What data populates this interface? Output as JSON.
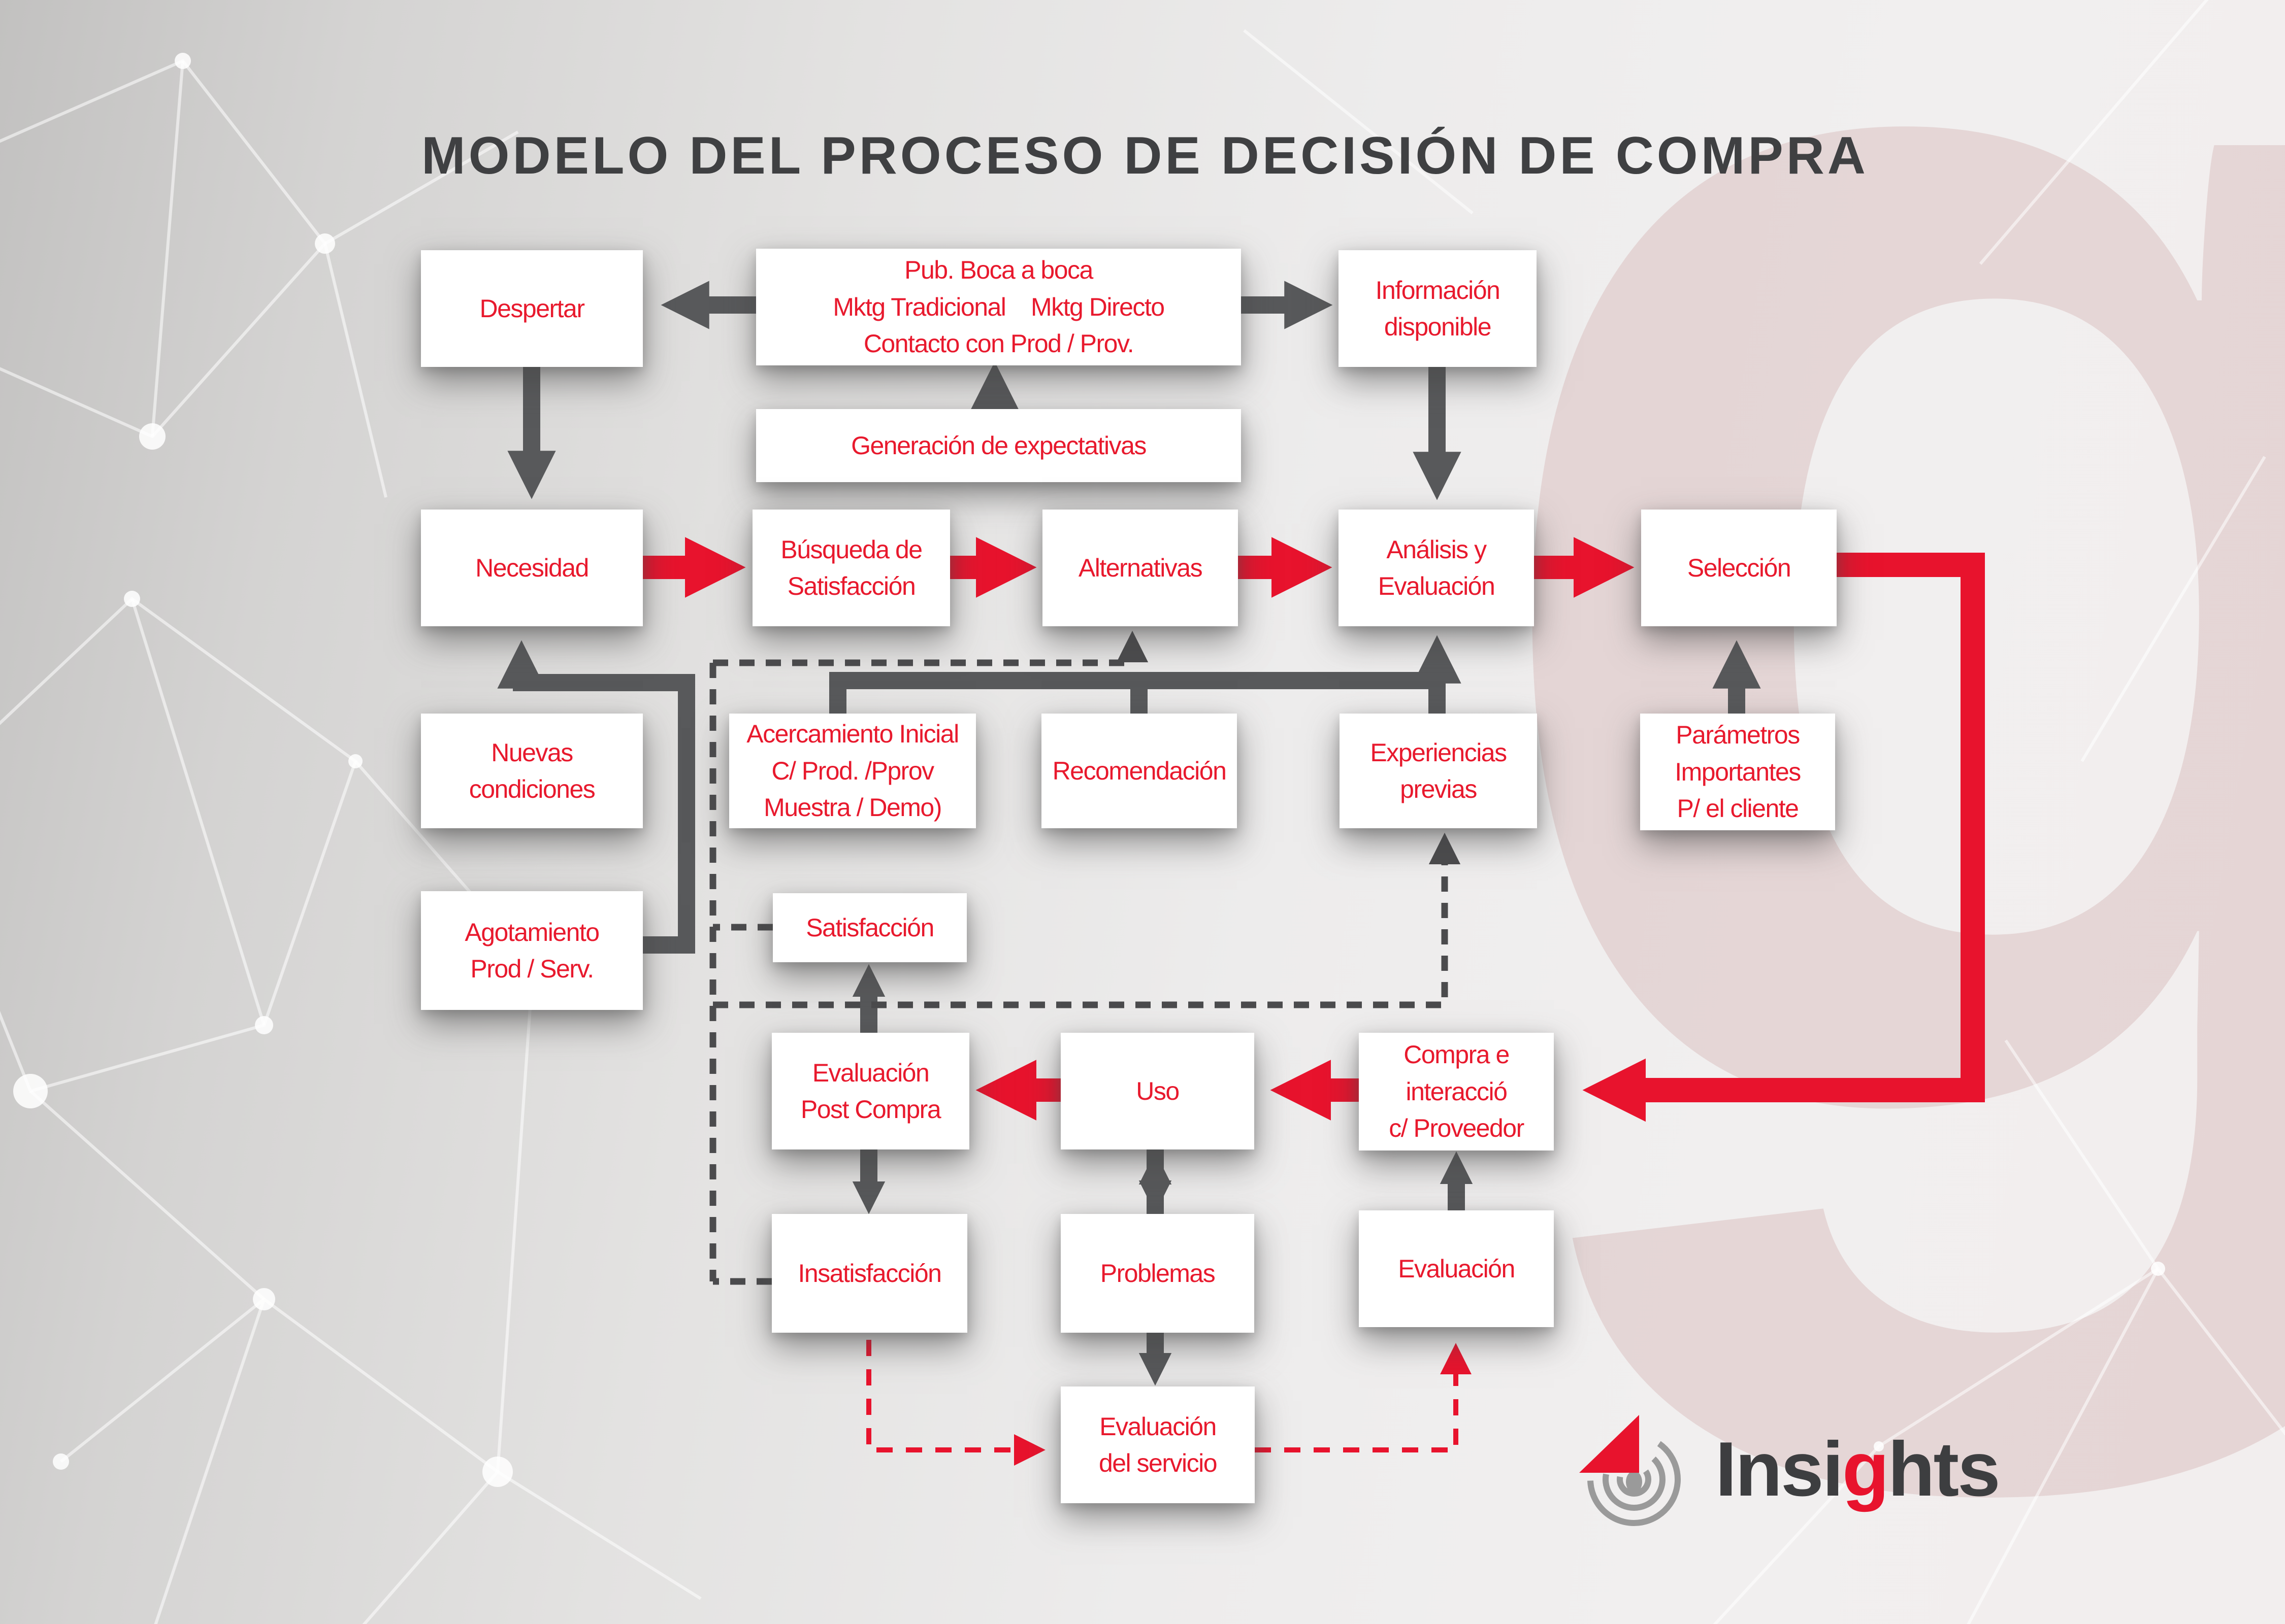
{
  "title": "MODELO DEL PROCESO DE DECISIÓN DE COMPRA",
  "nodes": {
    "despertar": {
      "label": "Despertar"
    },
    "pub": {
      "label": "Pub. Boca a boca\nMktg Tradicional    Mktg Directo\nContacto con Prod / Prov."
    },
    "informacion": {
      "label": "Información\ndisponible"
    },
    "generacion": {
      "label": "Generación de expectativas"
    },
    "necesidad": {
      "label": "Necesidad"
    },
    "busqueda": {
      "label": "Búsqueda de\nSatisfacción"
    },
    "alternativas": {
      "label": "Alternativas"
    },
    "analisis": {
      "label": "Análisis y\nEvaluación"
    },
    "seleccion": {
      "label": "Selección"
    },
    "nuevas": {
      "label": "Nuevas\ncondiciones"
    },
    "acercamiento": {
      "label": "Acercamiento Inicial\nC/ Prod. /Pprov\nMuestra / Demo)"
    },
    "recomendacion": {
      "label": "Recomendación"
    },
    "experiencias": {
      "label": "Experiencias\nprevias"
    },
    "parametros": {
      "label": "Parámetros\nImportantes\nP/ el cliente"
    },
    "agotamiento": {
      "label": "Agotamiento\nProd / Serv."
    },
    "satisfaccion": {
      "label": "Satisfacción"
    },
    "evalpost": {
      "label": "Evaluación\nPost Compra"
    },
    "uso": {
      "label": "Uso"
    },
    "compra": {
      "label": "Compra e\ninteracció\nc/ Proveedor"
    },
    "insatisfaccion": {
      "label": "Insatisfacción"
    },
    "problemas": {
      "label": "Problemas"
    },
    "evaluacion": {
      "label": "Evaluación"
    },
    "evalservicio": {
      "label": "Evaluación\ndel servicio"
    }
  },
  "logo": {
    "part1": "Insi",
    "accent": "g",
    "part2": "hts"
  },
  "colors": {
    "accent_red": "#e8132d",
    "node_text_red": "#e8192d",
    "arrow_dark": "#58595b",
    "dashed_dark": "#4b4b4d",
    "title_text": "#3f4042",
    "logo_text": "#3d3e40",
    "background_g": "#dcc2c2"
  }
}
